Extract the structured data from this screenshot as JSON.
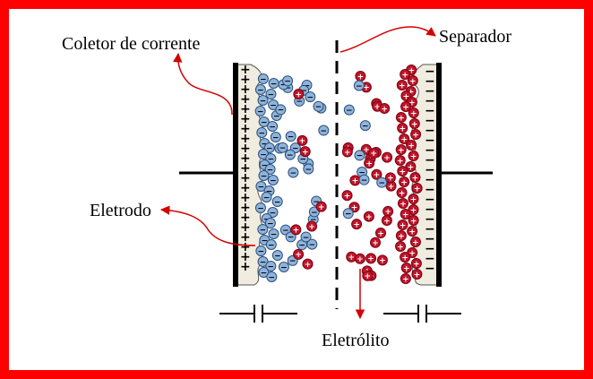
{
  "labels": {
    "collector": "Coletor de corrente",
    "separator": "Separador",
    "electrode": "Eletrodo",
    "electrolyte": "Eletrólito"
  },
  "colors": {
    "frame": "#ff0000",
    "arrow": "#d40000",
    "positive_ion": "#c0152a",
    "negative_ion": "#8fb4dc",
    "electrode_fill": "#f0ece0",
    "plate": "#000000"
  },
  "symbols": {
    "plus": "+",
    "minus": "−"
  }
}
